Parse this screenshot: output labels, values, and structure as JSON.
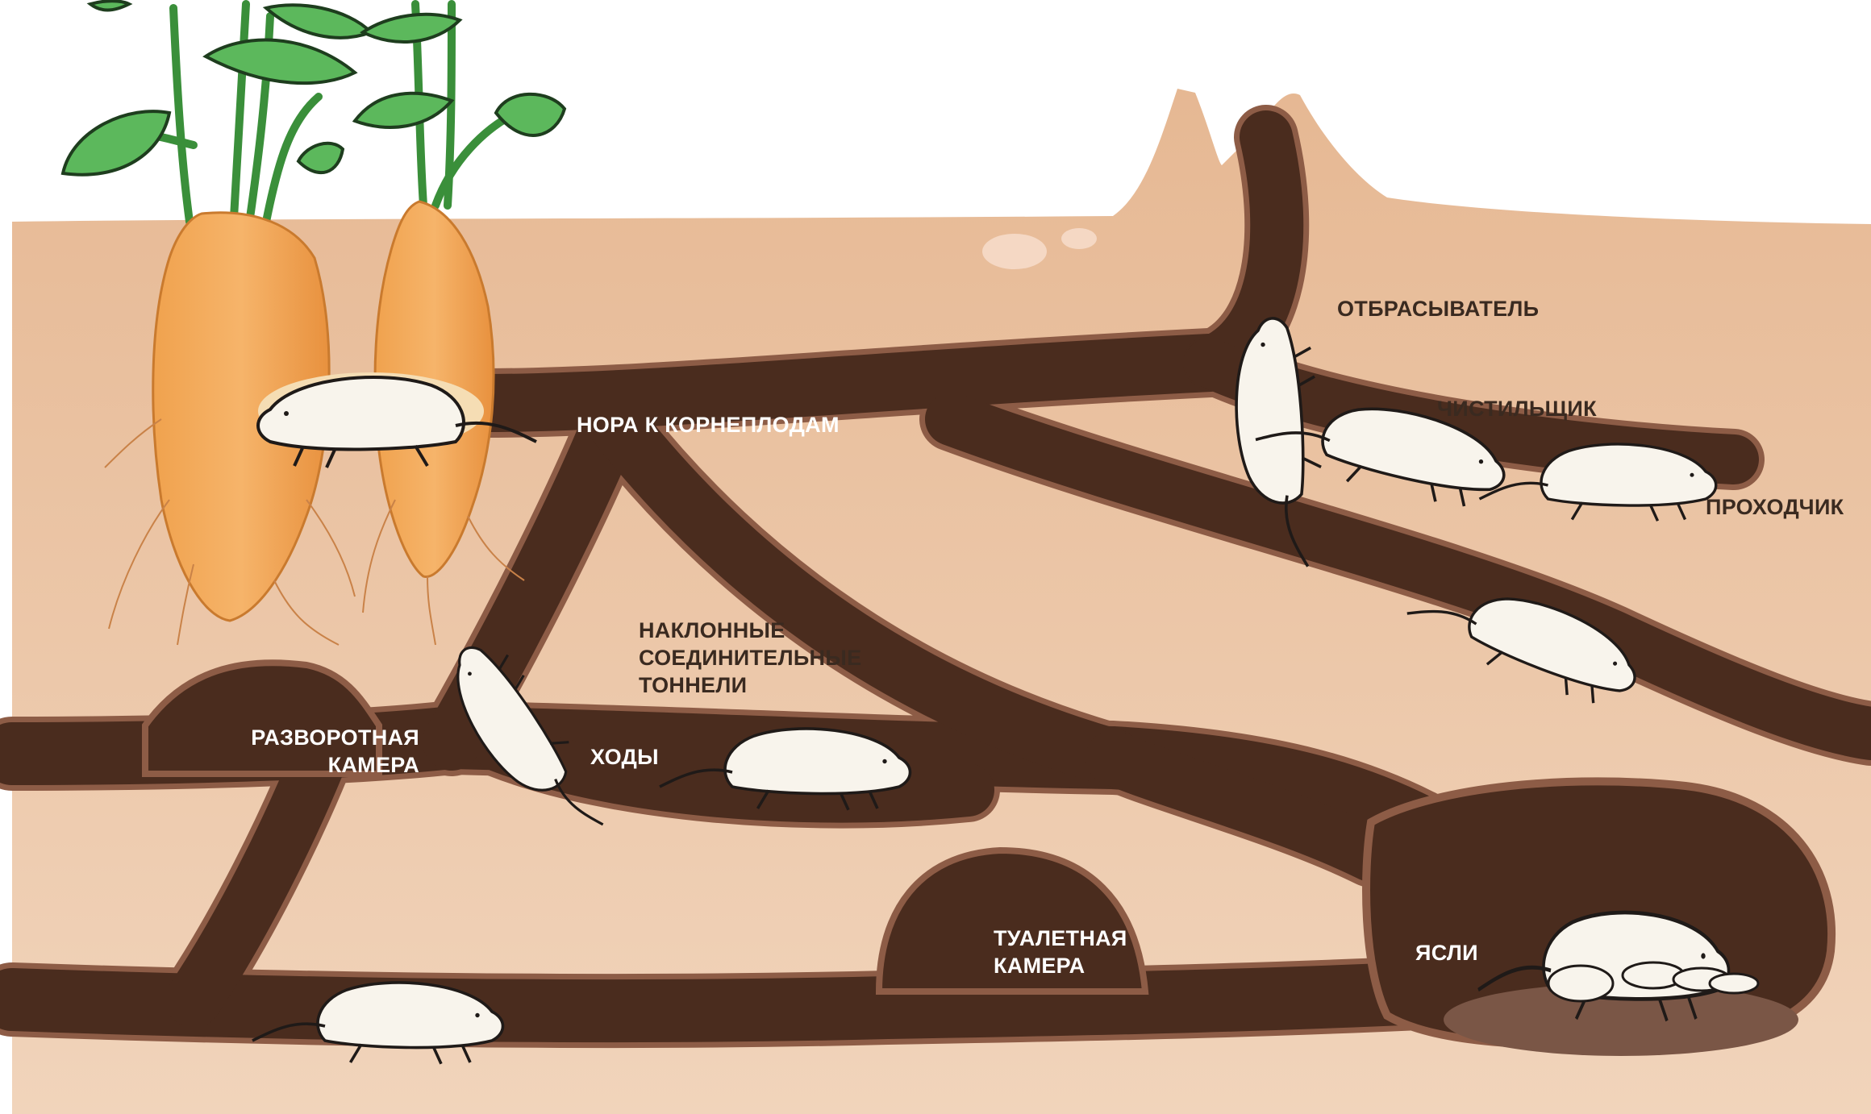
{
  "labels": {
    "root_burrow": "НОРА К КОРНЕПЛОДАМ",
    "thrower": "ОТБРАСЫВАТЕЛЬ",
    "cleaner": "ЧИСТИЛЬЩИК",
    "digger": "ПРОХОДЧИК",
    "sloped_tunnels": [
      "НАКЛОННЫЕ",
      "СОЕДИНИТЕЛЬНЫЕ",
      "ТОННЕЛИ"
    ],
    "turning_chamber": [
      "РАЗВОРОТНАЯ",
      "КАМЕРА"
    ],
    "passages": "ХОДЫ",
    "toilet_chamber": [
      "ТУАЛЕТНАЯ",
      "КАМЕРА"
    ],
    "nursery": "ЯСЛИ"
  },
  "colors": {
    "sky": "#ffffff",
    "soil": "#e8bb96",
    "soil_deep": "#efcfb3",
    "tunnel": "#4a2c1e",
    "tunnel_edge": "#8a5a44",
    "root": "#f2a85a",
    "leaf": "#5cb85c",
    "mole_rat": "#f8f4ec"
  }
}
